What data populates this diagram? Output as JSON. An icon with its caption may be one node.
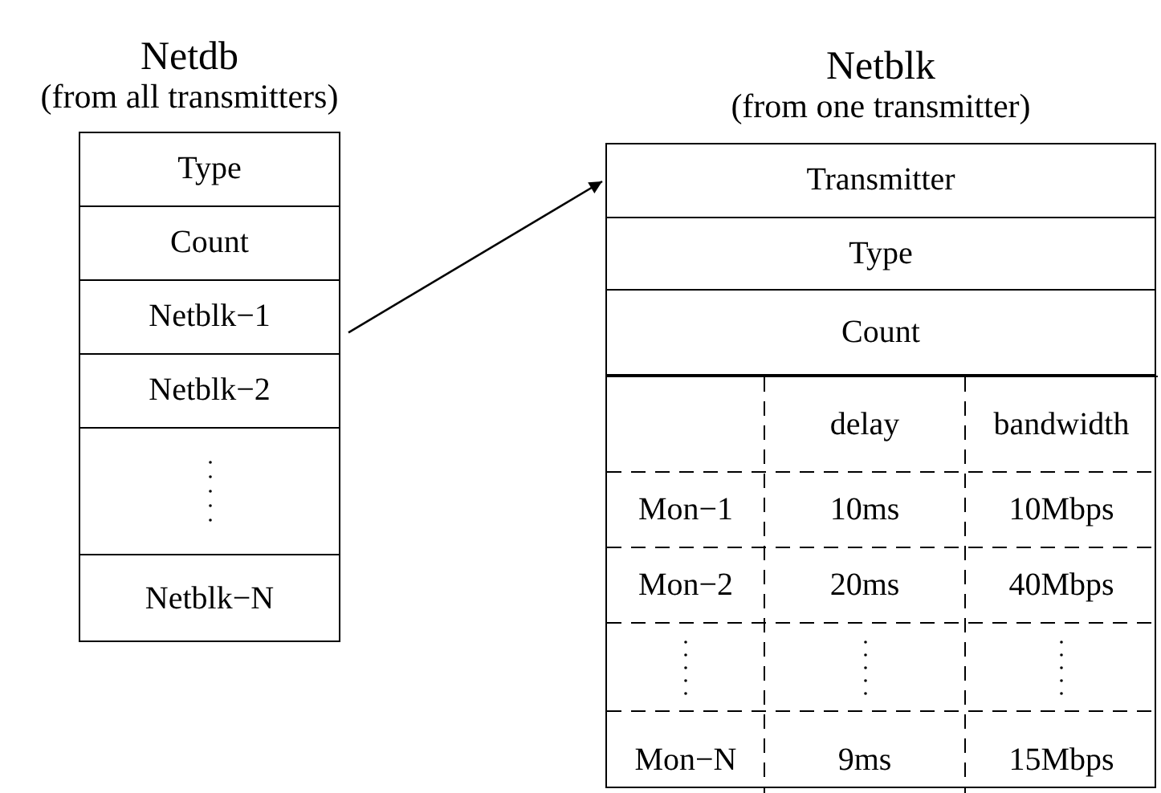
{
  "diagram": {
    "nodes": [
      {
        "text": [
          "Netdb",
          "(from all transmitters)"
        ]
      },
      {
        "text": [
          "Type"
        ],
        "in": 0
      },
      {
        "text": [
          "Count"
        ],
        "in": 0
      },
      {
        "text": [
          "Netblk−1"
        ],
        "in": 0
      },
      {
        "text": [
          "Netblk−2"
        ],
        "in": 0
      },
      {
        "text": [],
        "shape": "box",
        "in": 0
      },
      {
        "text": [
          "Netblk−N"
        ],
        "in": 0
      },
      {
        "text": [
          "Netblk",
          "(from one transmitter)"
        ]
      },
      {
        "text": [
          "Transmitter"
        ],
        "in": 7
      },
      {
        "text": [
          "Type"
        ],
        "in": 7
      },
      {
        "text": [
          "Count"
        ],
        "in": 7
      }
    ],
    "edges": [
      {
        "from": 3,
        "to": 7,
        "arrow": "to"
      }
    ],
    "labels": [
      "delay",
      "bandwidth",
      "Mon−1",
      "10ms",
      "10Mbps",
      "Mon−2",
      "20ms",
      "40Mbps",
      "Mon−N",
      "9ms",
      "15Mbps"
    ]
  }
}
